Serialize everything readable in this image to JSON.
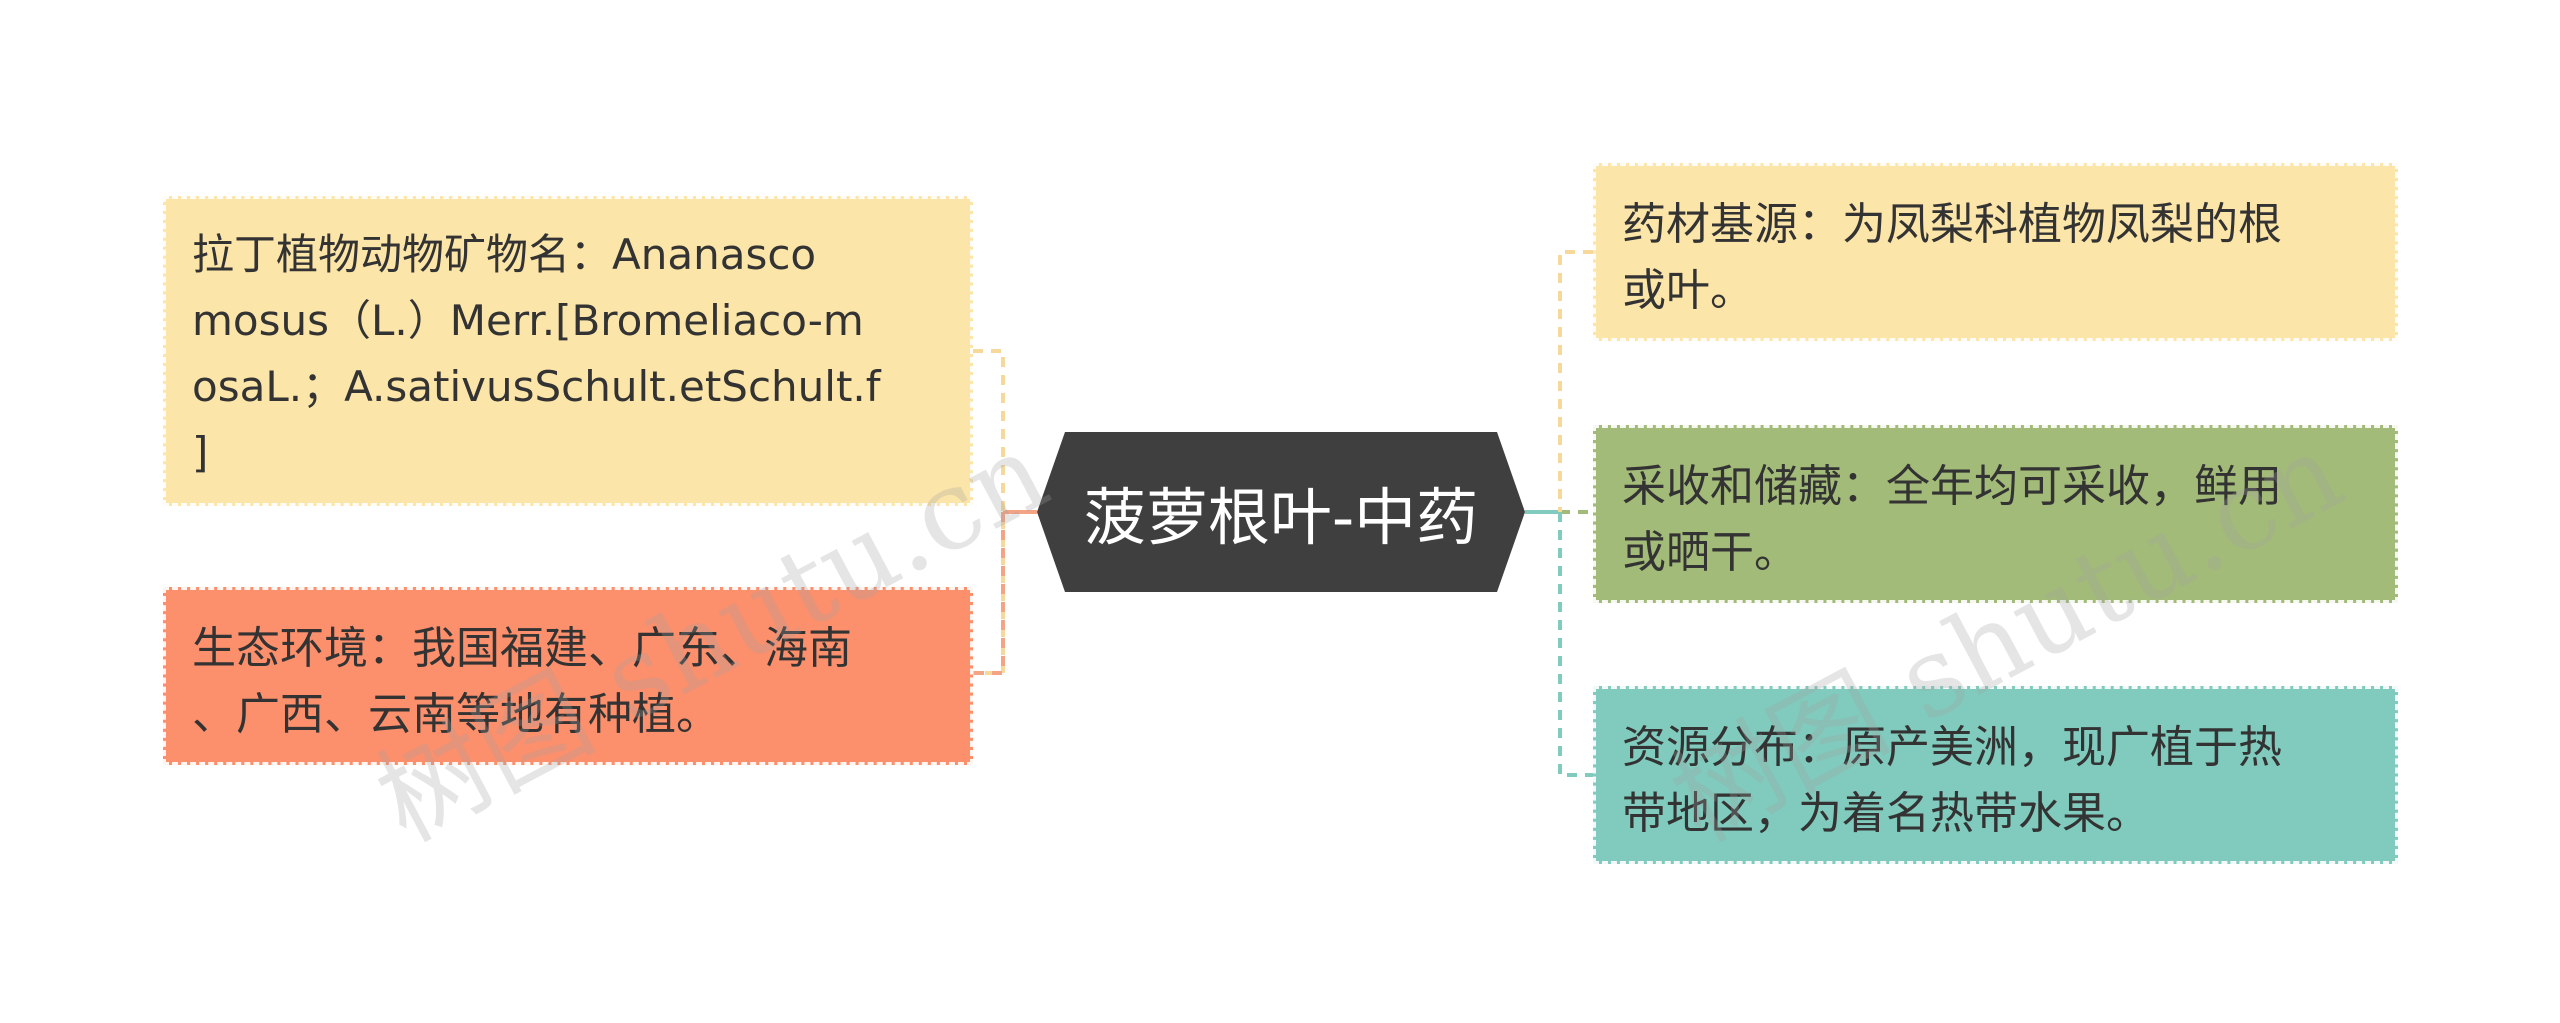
{
  "center": {
    "title": "菠萝根叶-中药"
  },
  "left": [
    {
      "text": "拉丁植物动物矿物名：Ananascomosus（L.）Merr.[Bromeliaco-mosaL.；A.sativusSchult.etSchult.f]",
      "lines": [
        "拉丁植物动物矿物名：Ananasco",
        "mosus（L.）Merr.[Bromeliaco-m",
        "osaL.；A.sativusSchult.etSchult.f",
        "]"
      ],
      "color": "#fce5a8"
    },
    {
      "text": "生态环境：我国福建、广东、海南、广西、云南等地有种植。",
      "lines": [
        "生态环境：我国福建、广东、海南",
        "、广西、云南等地有种植。"
      ],
      "color": "#fc8f6c"
    }
  ],
  "right": [
    {
      "text": "药材基源：为凤梨科植物凤梨的根或叶。",
      "lines": [
        "药材基源：为凤梨科植物凤梨的根",
        "或叶。"
      ],
      "color": "#fce5a8"
    },
    {
      "text": "采收和储藏：全年均可采收，鲜用或晒干。",
      "lines": [
        "采收和储藏：全年均可采收，鲜用",
        "或晒干。"
      ],
      "color": "#a3bb78"
    },
    {
      "text": "资源分布：原产美洲，现广植于热带地区，为着名热带水果。",
      "lines": [
        "资源分布：原产美洲，现广植于热",
        "带地区，为着名热带水果。"
      ],
      "color": "#80cbbd"
    }
  ],
  "watermark": "树图 shutu.cn",
  "center_color": "#3f3f3f"
}
